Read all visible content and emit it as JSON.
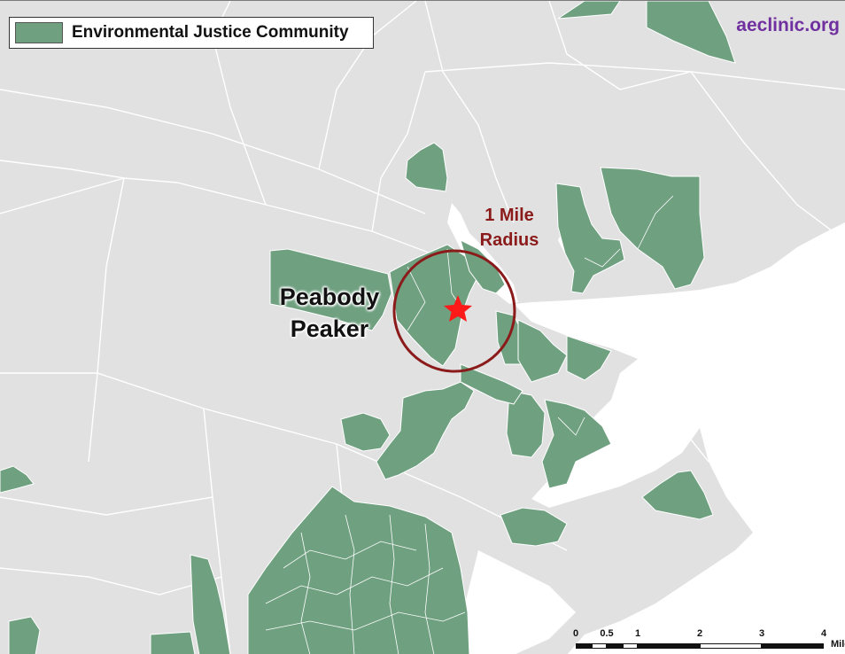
{
  "legend": {
    "label": "Environmental Justice Community",
    "swatch_color": "#6fa080"
  },
  "credit": "aeclinic.org",
  "radius_label": {
    "line1": "1 Mile",
    "line2": "Radius"
  },
  "site_label": {
    "line1": "Peabody",
    "line2": "Peaker"
  },
  "scale_bar": {
    "ticks": [
      "0",
      "0.5",
      "1",
      "2",
      "3",
      "4"
    ],
    "tick_values": [
      0,
      0.5,
      1,
      2,
      3,
      4
    ],
    "unit": "Mile"
  },
  "colors": {
    "land": "#e1e1e1",
    "water": "#ffffff",
    "ej": "#6fa080",
    "boundary": "#ffffff",
    "circle": "#8b1a1a",
    "star": "#ff1a1a"
  },
  "icons": {
    "site_marker": "star-icon"
  }
}
